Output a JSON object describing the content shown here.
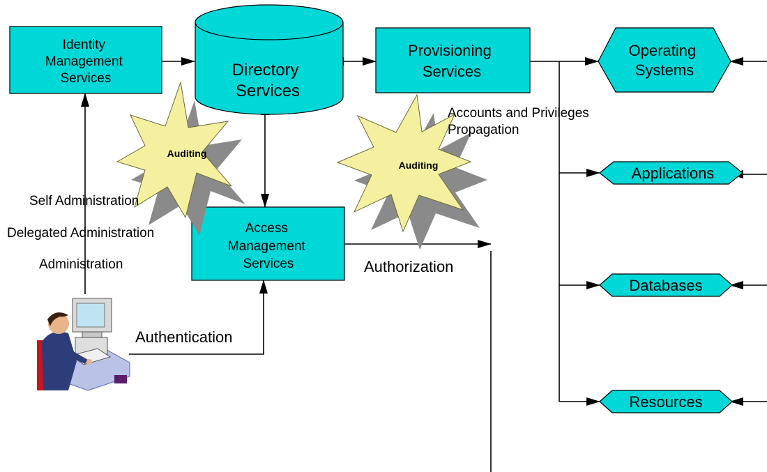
{
  "nodes": {
    "identity": [
      "Identity",
      "Management",
      "Services"
    ],
    "directory": [
      "Directory",
      "Services"
    ],
    "provisioning": [
      "Provisioning",
      "Services"
    ],
    "access": [
      "Access",
      "Management",
      "Services"
    ],
    "os": [
      "Operating",
      "Systems"
    ],
    "applications": "Applications",
    "databases": "Databases",
    "resources": "Resources"
  },
  "auditing": [
    "Auditing",
    "Auditing"
  ],
  "labels": {
    "accounts": [
      "Accounts and Privileges",
      "Propagation"
    ],
    "self_admin": "Self Administration",
    "delegated_admin": "Delegated Administration",
    "admin": "Administration",
    "authorization": "Authorization",
    "authentication": "Authentication"
  },
  "colors": {
    "node_fill": "#00d8d8",
    "starburst_fill": "#f5f0a0",
    "shadow": "#8a8a8a"
  },
  "icons": {
    "user": "user-at-computer-icon"
  }
}
